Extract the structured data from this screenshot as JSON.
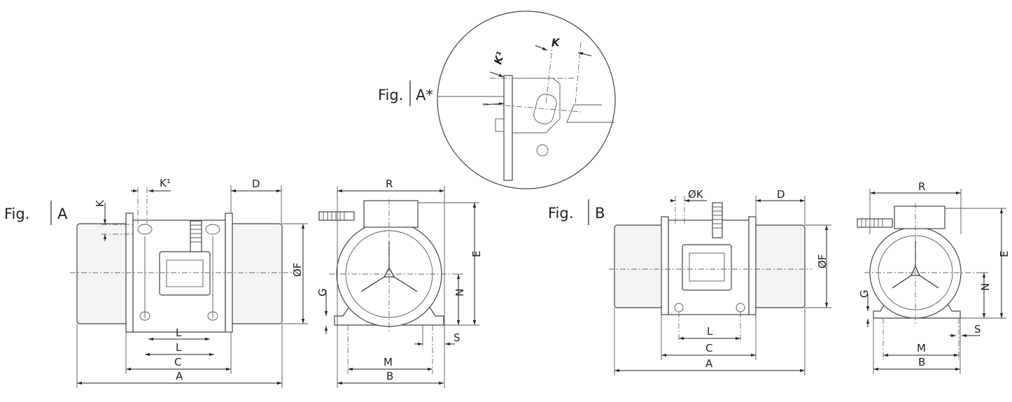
{
  "figures": {
    "fig_a": {
      "prefix": "Fig.",
      "name": "A"
    },
    "fig_a_star": {
      "prefix": "Fig.",
      "name": "A*"
    },
    "fig_b": {
      "prefix": "Fig.",
      "name": "B"
    }
  },
  "fig_a_side": {
    "A": "A",
    "C": "C",
    "L1": "L",
    "L2": "L",
    "D": "D",
    "K": "K",
    "K1": "K¹",
    "F": "ØF"
  },
  "fig_a_front": {
    "R": "R",
    "E": "E",
    "N": "N",
    "G": "G",
    "M": "M",
    "B": "B",
    "S": "S"
  },
  "fig_a_star_detail": {
    "K": "K",
    "K1": "K¹"
  },
  "fig_b_side": {
    "A": "A",
    "C": "C",
    "L": "L",
    "D": "D",
    "K": "ØK",
    "F": "ØF"
  },
  "fig_b_front": {
    "R": "R",
    "E": "E",
    "N": "N",
    "G": "G",
    "M": "M",
    "B": "B",
    "S": "S"
  }
}
